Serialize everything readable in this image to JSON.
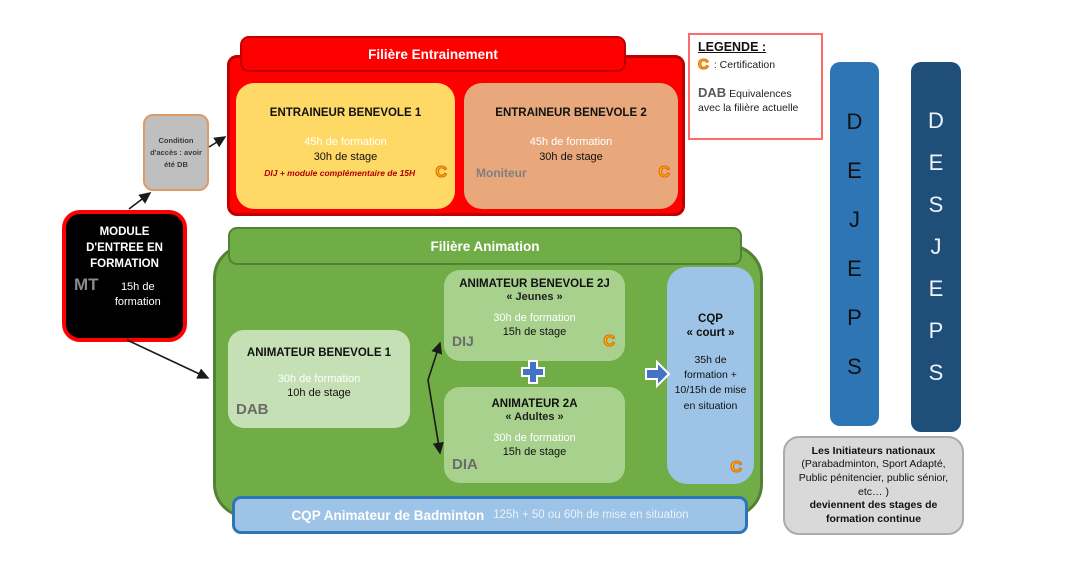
{
  "symbols": {
    "certification": "C"
  },
  "colors": {
    "red": "#FE0000",
    "dark_red": "#C00000",
    "yellow": "#FFD966",
    "orange": "#E8A87C",
    "green": "#70AD47",
    "dark_green": "#548235",
    "light_green": "#C5E0B4",
    "mid_green": "#A9D18E",
    "light_blue": "#9DC3E6",
    "blue": "#2E75B6",
    "navy": "#1F4E79",
    "accent_blue": "#4472C4",
    "cert_yellow": "#FFC000",
    "gray": "#BFBFBF",
    "light_gray": "#D9D9D9"
  },
  "entrainement": {
    "header": "Filière Entrainement",
    "eb1": {
      "title": "ENTRAINEUR BENEVOLE 1",
      "formation": "45h de formation",
      "stage": "30h de stage",
      "note": "DIJ + module complémentaire de 15H"
    },
    "eb2": {
      "title": "ENTRAINEUR BENEVOLE 2",
      "formation": "45h de formation",
      "stage": "30h de stage",
      "equivalence": "Moniteur"
    }
  },
  "legend": {
    "title": "LEGENDE :",
    "certification_label": ": Certification",
    "dab": "DAB",
    "dab_label": "Equivalences avec la filière actuelle"
  },
  "access_condition": {
    "text": "Condition d'accès : avoir été DB"
  },
  "entry_module": {
    "title": "MODULE D'ENTREE EN FORMATION",
    "code": "MT",
    "formation": "15h de formation"
  },
  "animation": {
    "header": "Filière Animation",
    "ab1": {
      "title": "ANIMATEUR BENEVOLE 1",
      "formation": "30h de formation",
      "stage": "10h de stage",
      "equivalence": "DAB"
    },
    "ab2j": {
      "title": "ANIMATEUR BENEVOLE 2J",
      "subtitle": "« Jeunes »",
      "formation": "30h de formation",
      "stage": "15h de stage",
      "equivalence": "DIJ"
    },
    "a2a": {
      "title": "ANIMATEUR 2A",
      "subtitle": "« Adultes »",
      "formation": "30h de formation",
      "stage": "15h de stage",
      "equivalence": "DIA"
    },
    "cqp_court": {
      "title": "CQP",
      "subtitle": "« court »",
      "details": "35h de formation + 10/15h de mise en situation"
    },
    "footer_title": "CQP Animateur de Badminton",
    "footer_details": "125h + 50 ou 60h de mise en situation"
  },
  "dejeps": {
    "letters": [
      "D",
      "E",
      "J",
      "E",
      "P",
      "S"
    ]
  },
  "desjeps": {
    "letters": [
      "D",
      "E",
      "S",
      "J",
      "E",
      "P",
      "S"
    ]
  },
  "national_initiators_note": {
    "line1": "Les Initiateurs nationaux",
    "line2": "(Parabadminton, Sport Adapté, Public pénitencier, public sénior, etc… )",
    "line3": "deviennent des stages de formation continue"
  }
}
